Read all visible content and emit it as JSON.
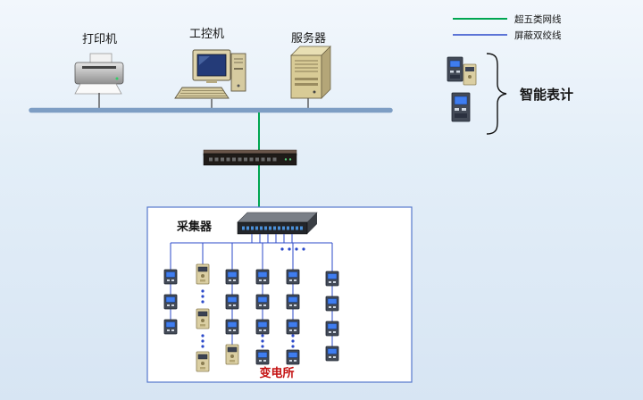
{
  "colors": {
    "bus": "#7e9ec4",
    "cat5_green": "#00a651",
    "stp_blue": "#2b49c9"
  },
  "top_devices": {
    "printer": "打印机",
    "industrial_pc": "工控机",
    "server": "服务器"
  },
  "legend": {
    "items": [
      {
        "label": "超五类网线",
        "color": "#00a651"
      },
      {
        "label": "屏蔽双绞线",
        "color": "#2b49c9"
      }
    ]
  },
  "right_panel": {
    "smart_meter_label": "智能表计"
  },
  "substation": {
    "collector_label": "采集器",
    "name_label": "变电所"
  }
}
